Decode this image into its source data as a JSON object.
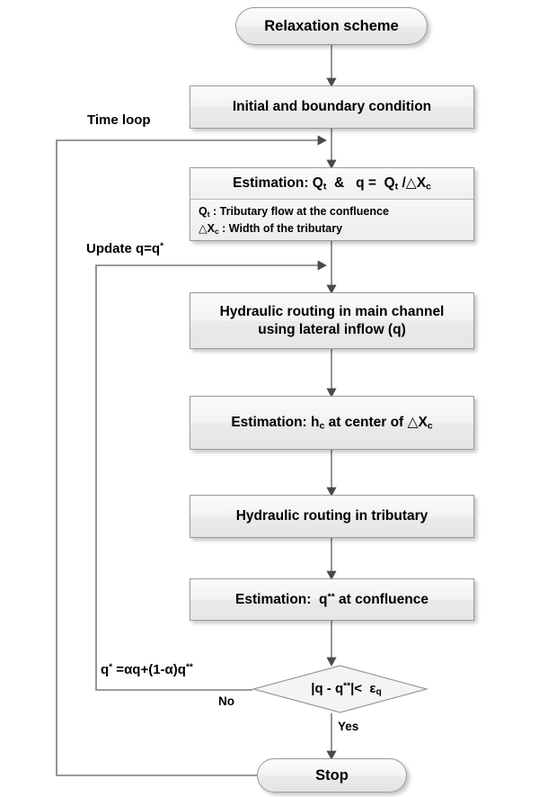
{
  "diagram": {
    "title": "Relaxation scheme flowchart",
    "style": {
      "node_fill": "#f2f2f2",
      "node_border": "#9a9a9a",
      "line_color": "#6f6f6f",
      "text_color": "#000000"
    },
    "nodes": {
      "start": {
        "label": "Relaxation scheme",
        "shape": "terminal"
      },
      "init": {
        "label": "Initial and boundary condition",
        "shape": "process"
      },
      "estimate_qt": {
        "shape": "process-split",
        "header_html": "Estimation: Q<sub>t</sub> &nbsp;&amp;&nbsp;&nbsp; q = &nbsp;Q<sub>t</sub> /<span class=\"tri\">&#9651;</span>X<sub>c</sub>",
        "header_plain": "Estimation: Qt  &   q =  Qt / △Xc",
        "legend_line1_html": "Q<sub>t</sub> : Tributary flow at the confluence",
        "legend_line2_html": "<span class=\"tri\">&#9651;</span>X<sub>c</sub> : Width of the tributary",
        "legend_line1_plain": "Qt : Tributary flow at the confluence",
        "legend_line2_plain": "△Xc : Width of the tributary"
      },
      "route_main": {
        "shape": "process",
        "line1": "Hydraulic routing in main channel",
        "line2": "using lateral inflow (q)"
      },
      "estimate_hc": {
        "shape": "process",
        "label_html": "Estimation: h<sub>c</sub> at center of <span class=\"tri\">&#9651;</span>X<sub>c</sub>",
        "label_plain": "Estimation: hc at center of △Xc"
      },
      "route_trib": {
        "label": "Hydraulic routing in tributary",
        "shape": "process"
      },
      "estimate_qdd": {
        "shape": "process",
        "label_html": "Estimation:&nbsp; q<sup>**</sup> at confluence",
        "label_plain": "Estimation:  q** at confluence"
      },
      "decision": {
        "shape": "diamond",
        "label_html": "|q - q<sup>**</sup>|&lt; &nbsp;&epsilon;<sub>q</sub>",
        "label_plain": "|q - q**|<  εq"
      },
      "stop": {
        "label": "Stop",
        "shape": "terminal"
      }
    },
    "edge_labels": {
      "time_loop": "Time loop",
      "update_q": "Update q=q",
      "update_q_sup": "*",
      "update_q_plain": "Update q=q*",
      "relax_formula_html": "q<sup>*</sup> =&alpha;q+(1-&alpha;)q<sup>**</sup>",
      "relax_formula_plain": "q* =αq+(1-α)q**",
      "decision_no": "No",
      "decision_yes": "Yes"
    }
  }
}
